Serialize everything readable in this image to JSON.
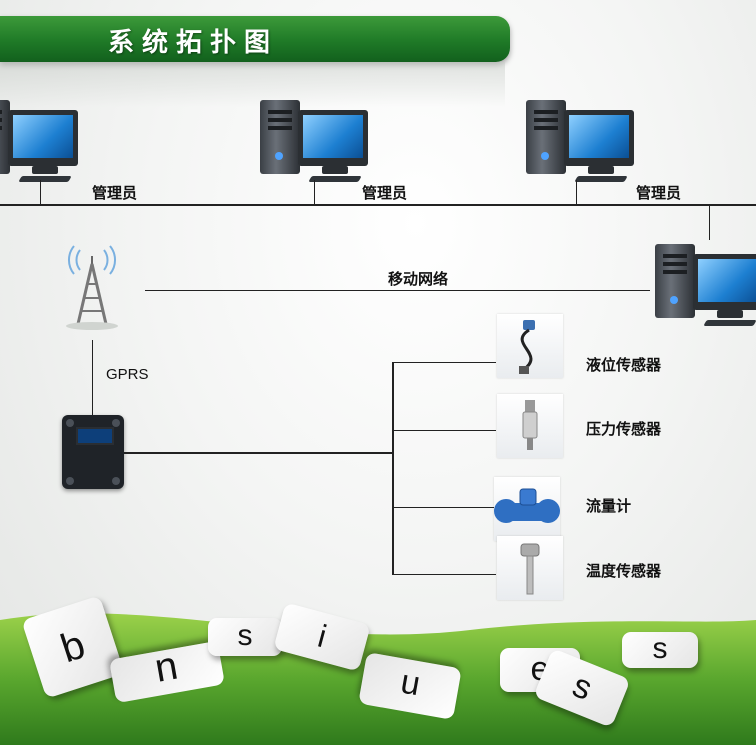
{
  "header": {
    "title": "系统拓扑图"
  },
  "admins": [
    {
      "label": "管理员"
    },
    {
      "label": "管理员"
    },
    {
      "label": "管理员"
    }
  ],
  "network": {
    "label": "移动网络"
  },
  "gprs": {
    "label": "GPRS"
  },
  "sensors": [
    {
      "label": "液位传感器"
    },
    {
      "label": "压力传感器"
    },
    {
      "label": "流量计"
    },
    {
      "label": "温度传感器"
    }
  ],
  "tiles": [
    "b",
    "u",
    "s",
    "i",
    "n",
    "e",
    "s",
    "s"
  ],
  "colors": {
    "banner": "#1f7a27",
    "grass": "#6db33f",
    "screen": "#1d7fd1"
  }
}
